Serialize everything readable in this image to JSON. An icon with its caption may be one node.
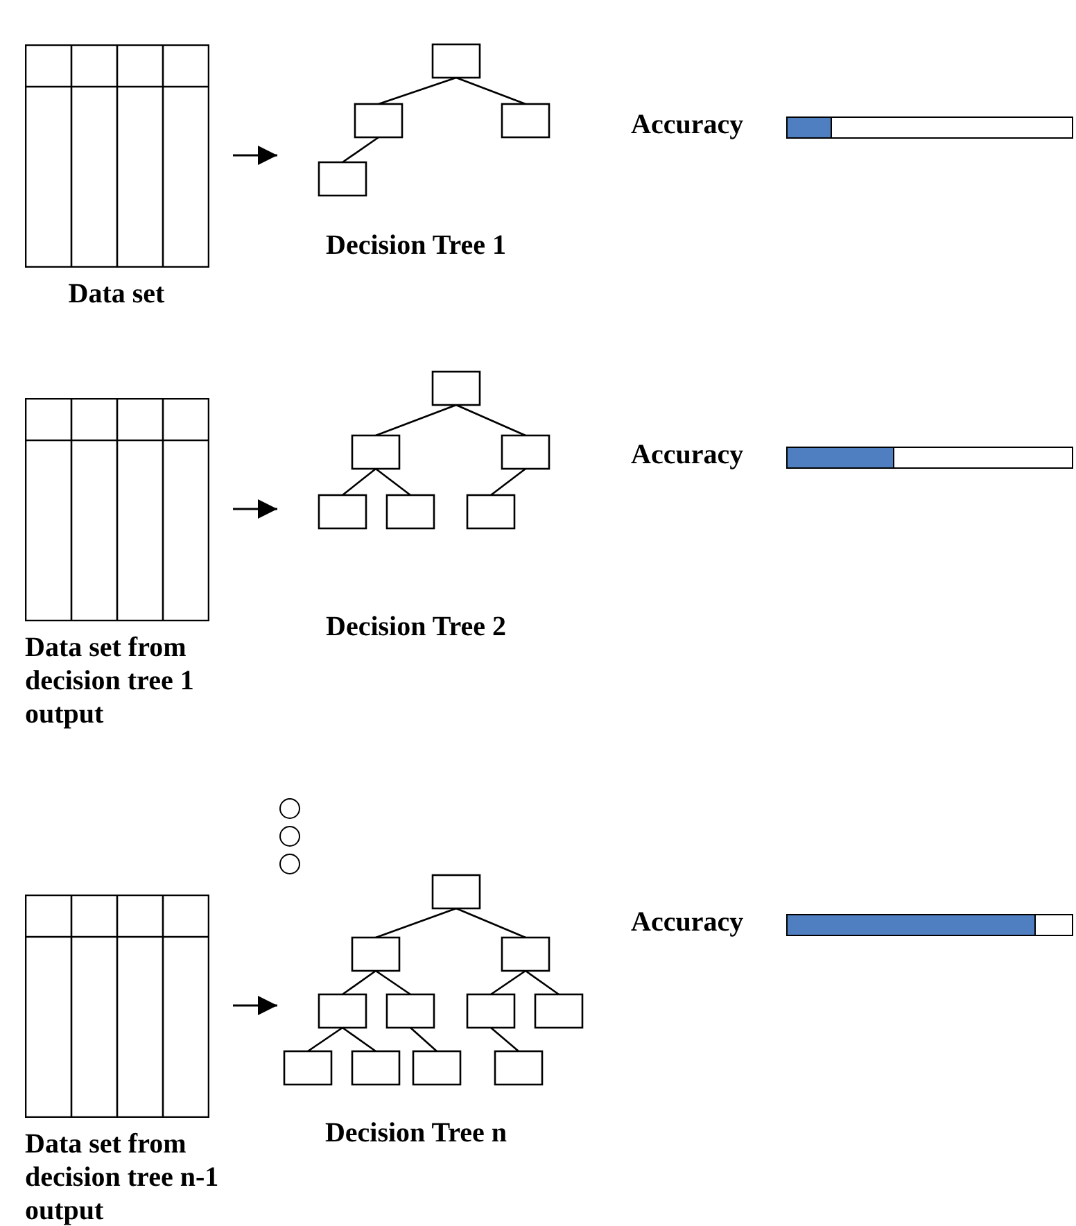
{
  "diagram": {
    "nodes": [
      {
        "text": [
          "Data set"
        ]
      },
      {
        "text": [
          "Decision Tree 1"
        ]
      },
      {
        "text": [
          "Data set from decision tree 1 output"
        ]
      },
      {
        "text": [
          "Decision Tree 2"
        ]
      },
      {
        "text": [
          "Data set from decision tree n-1 output"
        ]
      },
      {
        "text": [
          "Decision Tree n"
        ]
      }
    ],
    "edges": [
      {
        "from": 0,
        "to": 1,
        "arrow": "to"
      },
      {
        "from": 2,
        "to": 3,
        "arrow": "to"
      },
      {
        "from": 4,
        "to": 5,
        "arrow": "to"
      }
    ],
    "labels": [
      "Accuracy",
      "Accuracy",
      "Accuracy"
    ]
  }
}
